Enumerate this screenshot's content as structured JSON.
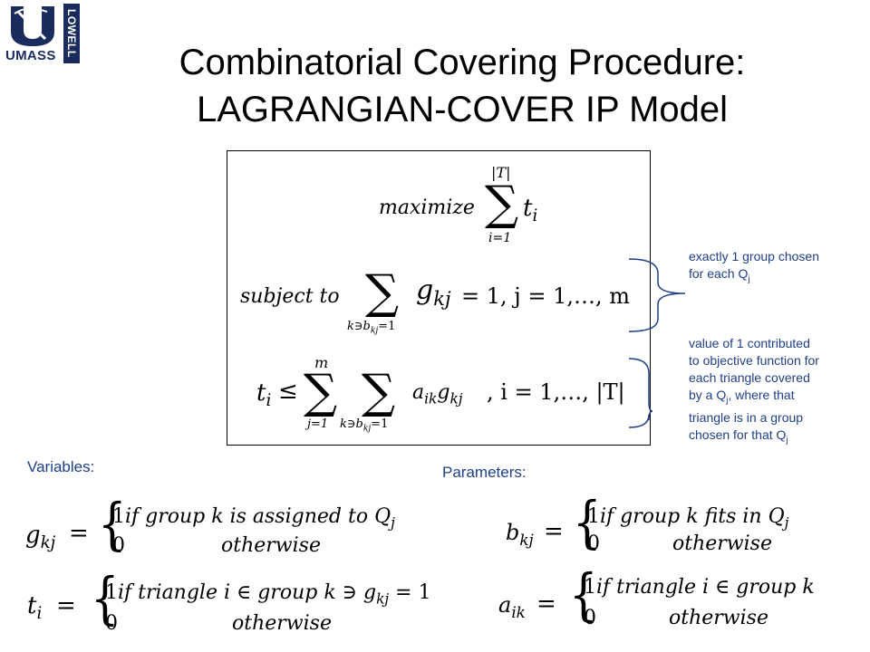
{
  "logo": {
    "text": "UMASS",
    "side": "LOWELL"
  },
  "title": {
    "line1": "Combinatorial Covering Procedure:",
    "line2": "LAGRANGIAN-COVER IP Model"
  },
  "model": {
    "objective": {
      "word": "maximize",
      "upper": "|T|",
      "lower": "i=1",
      "term": "t",
      "term_sub": "i"
    },
    "constraint1": {
      "word": "subject to",
      "lower": "k∋b",
      "lower_sub": "kj",
      "lower_end": "=1",
      "term": "g",
      "term_sub": "kj",
      "rhs": "= 1, j = 1,…, m"
    },
    "constraint2": {
      "lhs": "t",
      "lhs_sub": "i",
      "rel": "≤",
      "upper1": "m",
      "lower1": "j=1",
      "lower2": "k∋b",
      "lower2_sub": "kj",
      "lower2_end": "=1",
      "term": "a",
      "term_sub": "ik",
      "term2": "g",
      "term2_sub": "kj",
      "rhs": ", i = 1,…, |T|"
    }
  },
  "annotations": {
    "a1_line1": "exactly 1 group chosen",
    "a1_line2": "for each Q",
    "a1_sub": "j",
    "a2_line1": "value of 1 contributed",
    "a2_line2": "to objective function for",
    "a2_line3": "each triangle covered",
    "a2_line4a": "by a Q",
    "a2_line4_sub": "j",
    "a2_line4b": ", where that",
    "a2_line5": "triangle is in a group",
    "a2_line6": "chosen for that Q",
    "a2_sub": "j",
    "color": "#1f3f87"
  },
  "variables": {
    "label": "Variables:",
    "g": {
      "lhs": "g",
      "sub": "kj",
      "case1_val": "1",
      "case1": "if group k is assigned to Q",
      "case1_sub": "j",
      "case2_val": "0",
      "case2": "otherwise"
    },
    "t": {
      "lhs": "t",
      "sub": "i",
      "case1_val": "1",
      "case1": "if triangle i ∈ group k ∋ g",
      "case1_sub": "kj",
      "case1_end": " = 1",
      "case2_val": "0",
      "case2": "otherwise"
    }
  },
  "parameters": {
    "label": "Parameters:",
    "b": {
      "lhs": "b",
      "sub": "kj",
      "case1_val": "1",
      "case1": "if group k fits in Q",
      "case1_sub": "j",
      "case2_val": "0",
      "case2": "otherwise"
    },
    "a": {
      "lhs": "a",
      "sub": "ik",
      "case1_val": "1",
      "case1": "if triangle i ∈ group k",
      "case2_val": "0",
      "case2": "otherwise"
    }
  }
}
